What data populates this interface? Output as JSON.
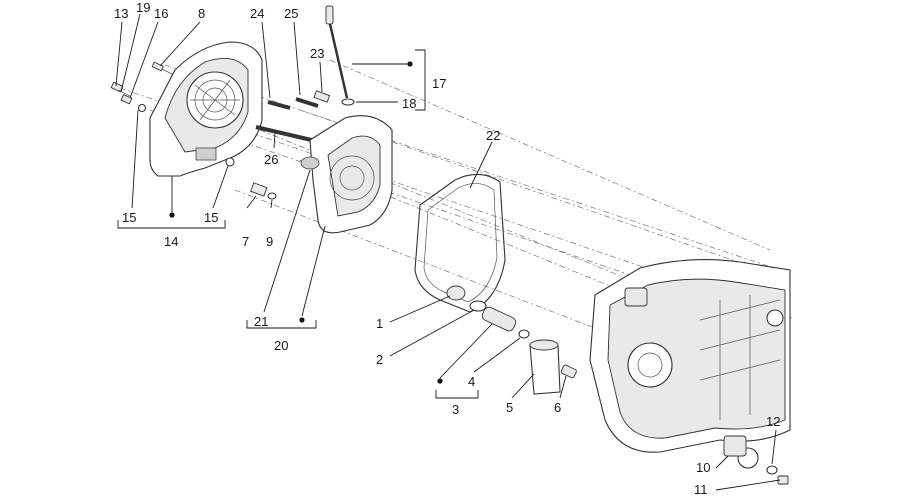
{
  "callouts": [
    "13",
    "19",
    "16",
    "8",
    "24",
    "25",
    "23",
    "17",
    "18",
    "22",
    "26",
    "15",
    "15",
    "14",
    "7",
    "9",
    "21",
    "20",
    "1",
    "2",
    "3",
    "4",
    "5",
    "6",
    "12",
    "10",
    "11"
  ]
}
